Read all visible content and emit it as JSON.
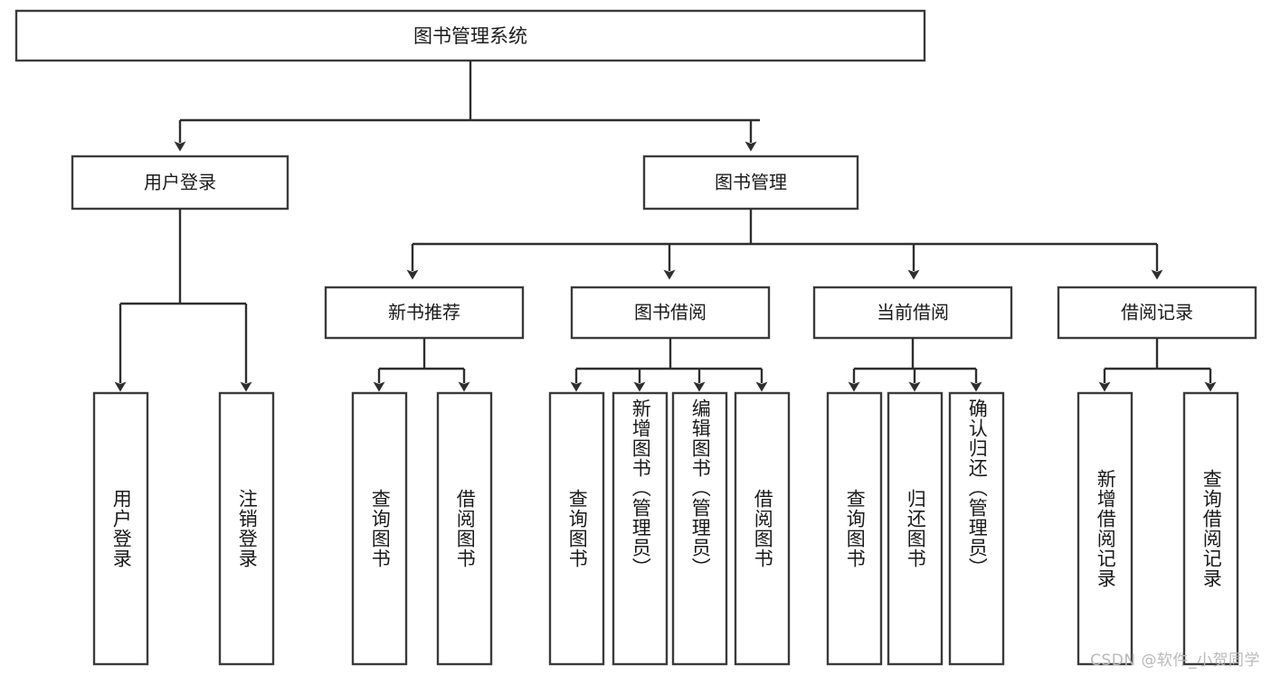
{
  "diagram": {
    "type": "tree",
    "title": "图书管理系统",
    "watermark": "CSDN @软件_小贺同学",
    "colors": {
      "box_stroke": "#3b3b3b",
      "box_fill": "#ffffff",
      "connector": "#2e2e2e",
      "text": "#1a1a1a",
      "watermark": "#b9b9b9",
      "background": "#ffffff"
    },
    "root": {
      "label": "图书管理系统"
    },
    "level1": [
      {
        "label": "用户登录"
      },
      {
        "label": "图书管理"
      }
    ],
    "level2": [
      {
        "label": "新书推荐"
      },
      {
        "label": "图书借阅"
      },
      {
        "label": "当前借阅"
      },
      {
        "label": "借阅记录"
      }
    ],
    "leaves": {
      "user_login": [
        {
          "label": "用户登录"
        },
        {
          "label": "注销登录"
        }
      ],
      "new_book_recommend": [
        {
          "label": "查询图书"
        },
        {
          "label": "借阅图书"
        }
      ],
      "book_borrow": [
        {
          "label": "查询图书"
        },
        {
          "label": "新增图书（管理员）"
        },
        {
          "label": "编辑图书（管理员）"
        },
        {
          "label": "借阅图书"
        }
      ],
      "current_borrow": [
        {
          "label": "查询图书"
        },
        {
          "label": "归还图书"
        },
        {
          "label": "确认归还（管理员）"
        }
      ],
      "borrow_record": [
        {
          "label": "新增借阅记录"
        },
        {
          "label": "查询借阅记录"
        }
      ]
    }
  }
}
